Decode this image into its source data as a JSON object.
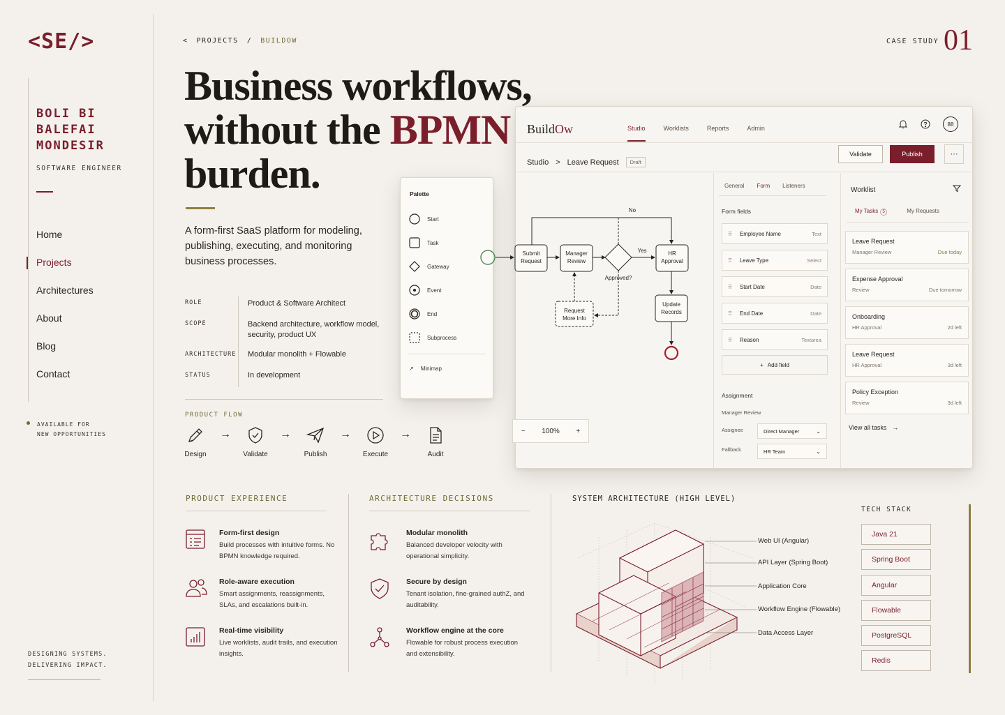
{
  "brand": {
    "logo": "<SE/>"
  },
  "profile": {
    "name_lines": [
      "BOLI BI",
      "BALEFAI",
      "MONDESIR"
    ],
    "role": "SOFTWARE ENGINEER",
    "availability": [
      "AVAILABLE FOR",
      "NEW OPPORTUNITIES"
    ],
    "tagline": [
      "DESIGNING SYSTEMS.",
      "DELIVERING IMPACT."
    ]
  },
  "nav": {
    "items": [
      {
        "label": "Home",
        "active": false
      },
      {
        "label": "Projects",
        "active": true
      },
      {
        "label": "Architectures",
        "active": false
      },
      {
        "label": "About",
        "active": false
      },
      {
        "label": "Blog",
        "active": false
      },
      {
        "label": "Contact",
        "active": false
      }
    ]
  },
  "breadcrumb": {
    "back": "<",
    "parent": "PROJECTS",
    "sep": "/",
    "current": "BUILDOW"
  },
  "case": {
    "label": "CASE STUDY",
    "number": "01"
  },
  "hero": {
    "line1": "Business workflows,",
    "line2_pre": "without the ",
    "line2_accent": "BPMN",
    "line3": "burden.",
    "lead": "A form-first SaaS platform for modeling, publishing, executing, and monitoring business processes."
  },
  "meta": [
    {
      "key": "ROLE",
      "value": "Product & Software Architect"
    },
    {
      "key": "SCOPE",
      "value": "Backend architecture, workflow model, security, product UX"
    },
    {
      "key": "ARCHITECTURE",
      "value": "Modular monolith + Flowable"
    },
    {
      "key": "STATUS",
      "value": "In development"
    }
  ],
  "product_flow": {
    "title": "PRODUCT FLOW",
    "steps": [
      {
        "label": "Design",
        "icon": "pencil-icon"
      },
      {
        "label": "Validate",
        "icon": "shield-check-icon"
      },
      {
        "label": "Publish",
        "icon": "paper-plane-icon"
      },
      {
        "label": "Execute",
        "icon": "play-circle-icon"
      },
      {
        "label": "Audit",
        "icon": "document-icon"
      }
    ],
    "arrow": "→"
  },
  "app": {
    "logo_a": "Build",
    "logo_b": "Ow",
    "tabs": [
      "Studio",
      "Worklists",
      "Reports",
      "Admin"
    ],
    "active_tab": "Studio",
    "avatar": "88",
    "crumb_root": "Studio",
    "crumb_sep": ">",
    "crumb_leaf": "Leave Request",
    "status": "Draft",
    "validate": "Validate",
    "publish": "Publish",
    "more": "···",
    "palette": {
      "title": "Palette",
      "items": [
        "Start",
        "Task",
        "Gateway",
        "Event",
        "End",
        "Subprocess"
      ],
      "minimap": "Minimap"
    },
    "diagram": {
      "submit": [
        "Submit",
        "Request"
      ],
      "manager": [
        "Manager",
        "Review"
      ],
      "approved": "Approved?",
      "hr": [
        "HR",
        "Approval"
      ],
      "update": [
        "Update",
        "Records"
      ],
      "more_info": [
        "Request",
        "More Info"
      ],
      "yes": "Yes",
      "no": "No"
    },
    "zoom": {
      "minus": "−",
      "value": "100%",
      "plus": "+"
    },
    "props": {
      "tabs": [
        "General",
        "Form",
        "Listeners"
      ],
      "active": "Form",
      "fields_title": "Form fields",
      "fields": [
        {
          "name": "Employee Name",
          "type": "Text"
        },
        {
          "name": "Leave Type",
          "type": "Select"
        },
        {
          "name": "Start Date",
          "type": "Date"
        },
        {
          "name": "End Date",
          "type": "Date"
        },
        {
          "name": "Reason",
          "type": "Textarea"
        }
      ],
      "add_field": "Add field",
      "assignment_title": "Assignment",
      "assignment_sub": "Manager Review",
      "assignee_label": "Assignee",
      "assignee_value": "Direct Manager",
      "fallback_label": "Fallback",
      "fallback_value": "HR Team"
    },
    "worklist": {
      "title": "Worklist",
      "tabs": [
        "My Tasks",
        "My Requests"
      ],
      "count": "5",
      "cards": [
        {
          "title": "Leave Request",
          "step": "Manager Review",
          "due": "Due today"
        },
        {
          "title": "Expense Approval",
          "step": "Review",
          "due": "Due tomorrow"
        },
        {
          "title": "Onboarding",
          "step": "HR Approval",
          "due": "2d left"
        },
        {
          "title": "Leave Request",
          "step": "HR Approval",
          "due": "3d left"
        },
        {
          "title": "Policy Exception",
          "step": "Review",
          "due": "3d left"
        }
      ],
      "view_all": "View all tasks"
    }
  },
  "product_experience": {
    "title": "PRODUCT EXPERIENCE",
    "items": [
      {
        "title": "Form-first design",
        "desc": "Build processes with intuitive forms. No BPMN knowledge required."
      },
      {
        "title": "Role-aware execution",
        "desc": "Smart assignments, reassignments, SLAs, and escalations built-in."
      },
      {
        "title": "Real-time visibility",
        "desc": "Live worklists, audit trails, and execution insights."
      }
    ]
  },
  "architecture_decisions": {
    "title": "ARCHITECTURE DECISIONS",
    "items": [
      {
        "title": "Modular monolith",
        "desc": "Balanced developer velocity with operational simplicity."
      },
      {
        "title": "Secure by design",
        "desc": "Tenant isolation, fine-grained authZ, and auditability."
      },
      {
        "title": "Workflow engine at the core",
        "desc": "Flowable for robust process execution and extensibility."
      }
    ]
  },
  "system_architecture": {
    "title": "SYSTEM ARCHITECTURE (HIGH LEVEL)",
    "layers": [
      "Web UI (Angular)",
      "API Layer (Spring Boot)",
      "Application Core",
      "Workflow Engine (Flowable)",
      "Data Access Layer"
    ]
  },
  "tech_stack": {
    "title": "TECH STACK",
    "items": [
      "Java 21",
      "Spring Boot",
      "Angular",
      "Flowable",
      "PostgreSQL",
      "Redis"
    ]
  },
  "colors": {
    "accent": "#7a1e2c",
    "olive": "#6d6b33",
    "background": "#f4f1ec"
  }
}
